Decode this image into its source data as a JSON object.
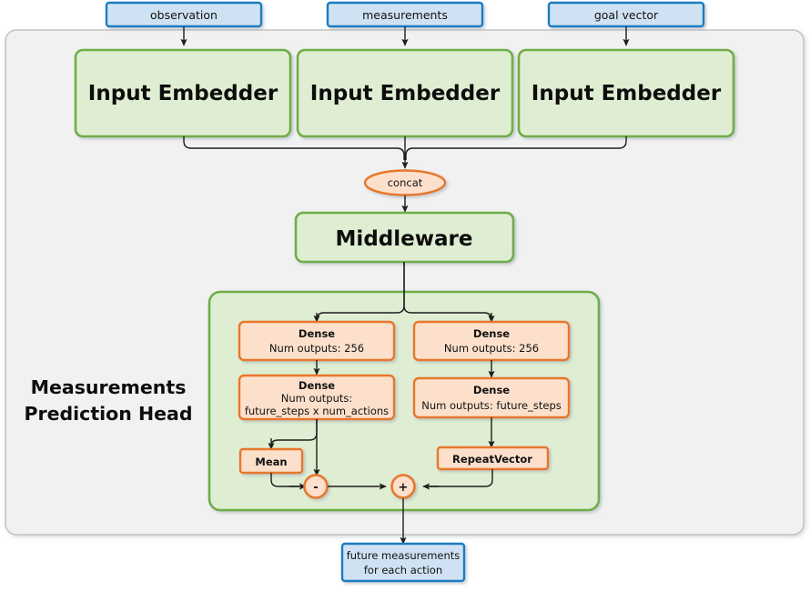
{
  "diagram": {
    "type": "neural-network-architecture",
    "title_label": "Measurements Prediction Head",
    "inputs": [
      {
        "id": "observation",
        "label": "observation"
      },
      {
        "id": "measurements",
        "label": "measurements"
      },
      {
        "id": "goal_vector",
        "label": "goal vector"
      }
    ],
    "embedders": [
      {
        "id": "embedder-1",
        "label": "Input Embedder"
      },
      {
        "id": "embedder-2",
        "label": "Input Embedder"
      },
      {
        "id": "embedder-3",
        "label": "Input Embedder"
      }
    ],
    "concat": {
      "label": "concat"
    },
    "middleware": {
      "label": "Middleware"
    },
    "head": {
      "label": "Measurements Prediction Head",
      "left_branch": {
        "dense_1": {
          "title": "Dense",
          "line2": "Num outputs: 256"
        },
        "dense_2": {
          "title": "Dense",
          "line2": "Num outputs:",
          "line3": "future_steps x num_actions"
        },
        "mean": {
          "label": "Mean"
        },
        "op": {
          "label": "-"
        }
      },
      "right_branch": {
        "dense_1": {
          "title": "Dense",
          "line2": "Num outputs: 256"
        },
        "dense_2": {
          "title": "Dense",
          "line2": "Num outputs: future_steps"
        },
        "repeat_vector": {
          "label": "RepeatVector"
        },
        "op": {
          "label": "+"
        }
      }
    },
    "output": {
      "line1": "future measurements",
      "line2": "for each action"
    },
    "colors": {
      "input_fill": "#cfe2f3",
      "input_stroke": "#1a7cc1",
      "green_fill": "#dfeed2",
      "green_stroke": "#6fad46",
      "orange_fill": "#fce0cb",
      "orange_stroke": "#e8772a",
      "panel_fill": "#f1f1f1",
      "panel_stroke": "#bfbfbf",
      "line": "#1d1d1d"
    }
  }
}
